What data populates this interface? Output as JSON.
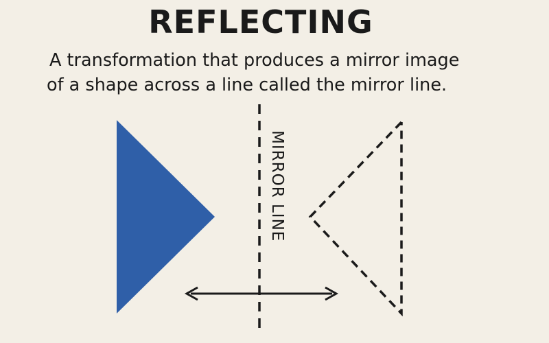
{
  "title": "REFLECTING",
  "definition": {
    "line1": "A transformation that produces a mirror image",
    "line2": "of a shape across a line called the mirror line."
  },
  "diagram": {
    "mirror_label": "MIRROR LINE",
    "original_shape_color": "#2f5fa8",
    "image_shape_style": "dashed outline",
    "line_color": "#1a1a1a",
    "background": "#f3efe6"
  }
}
